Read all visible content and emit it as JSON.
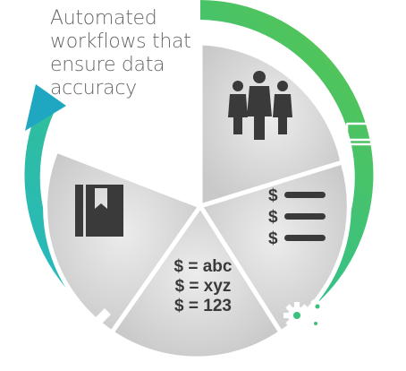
{
  "caption": {
    "lines": [
      "Automated",
      "workflows that",
      "ensure data",
      "accuracy"
    ]
  },
  "segments": [
    {
      "id": "team",
      "icon": "team-icon"
    },
    {
      "id": "ledger",
      "icon": "dollar-list-icon",
      "list_symbols": [
        "$",
        "$",
        "$"
      ]
    },
    {
      "id": "mapping",
      "lines": [
        "$ = abc",
        "$ = xyz",
        "$ = 123"
      ]
    },
    {
      "id": "documentation",
      "icon": "bookmark-book-icon"
    }
  ],
  "ring_icons": [
    "laptop-icon",
    "gears-icon",
    "pencil-icon"
  ],
  "colors": {
    "ring_start": "#22b6cf",
    "ring_mid": "#35c18a",
    "ring_end": "#5dc546",
    "segment_light": "#ececec",
    "segment_dark": "#c9c9c9",
    "icon_dark": "#3a3a3a",
    "caption_text": "#666666"
  }
}
